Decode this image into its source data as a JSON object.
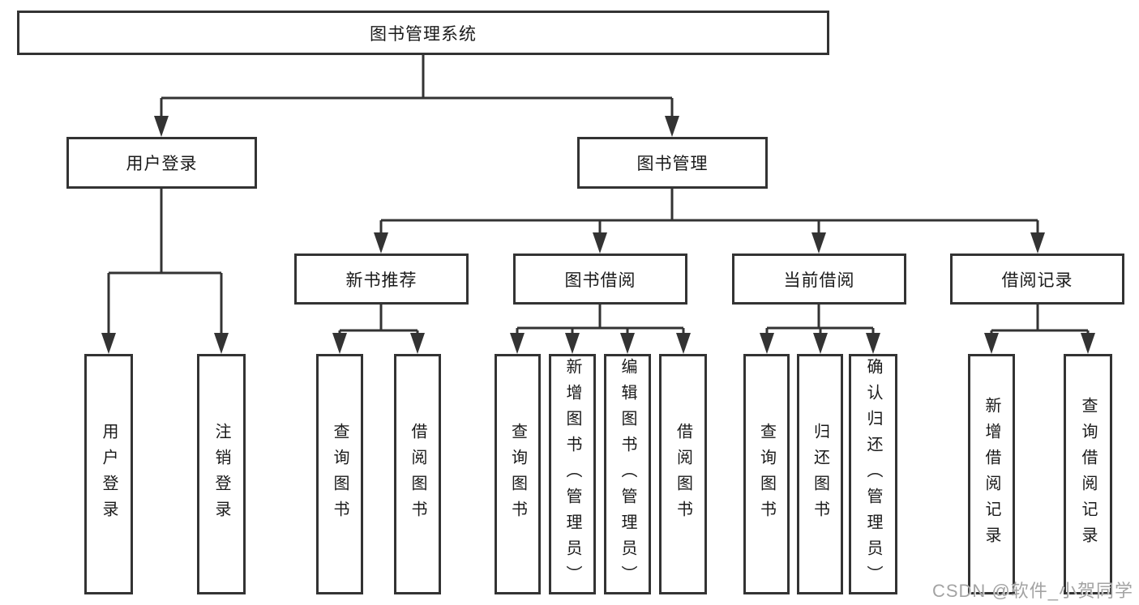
{
  "root": {
    "label": "图书管理系统"
  },
  "branches": [
    {
      "label": "用户登录"
    },
    {
      "label": "图书管理"
    }
  ],
  "sections": [
    {
      "label": "新书推荐"
    },
    {
      "label": "图书借阅"
    },
    {
      "label": "当前借阅"
    },
    {
      "label": "借阅记录"
    }
  ],
  "leaves": [
    {
      "label": "用户登录"
    },
    {
      "label": "注销登录"
    },
    {
      "label": "查询图书"
    },
    {
      "label": "借阅图书"
    },
    {
      "label": "查询图书"
    },
    {
      "label": "新增图书（管理员）"
    },
    {
      "label": "编辑图书（管理员）"
    },
    {
      "label": "借阅图书"
    },
    {
      "label": "查询图书"
    },
    {
      "label": "归还图书"
    },
    {
      "label": "确认归还（管理员）"
    },
    {
      "label": "新增借阅记录"
    },
    {
      "label": "查询借阅记录"
    }
  ],
  "watermark": {
    "text": "CSDN @软件_小贺同学"
  },
  "colors": {
    "line": "#333333",
    "text": "#1a1a1a",
    "background": "#ffffff",
    "watermark": "#a3a3a3"
  }
}
